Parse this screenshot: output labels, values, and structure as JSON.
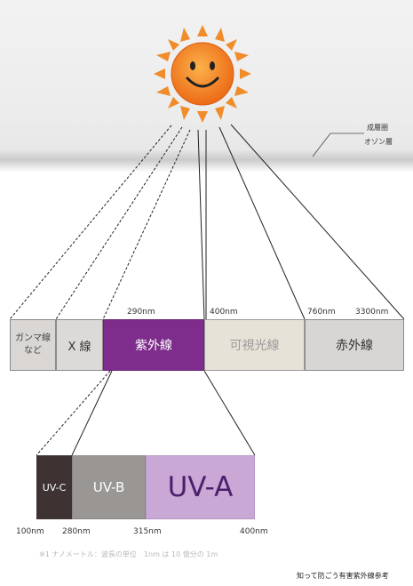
{
  "atmosphere": {
    "stratosphere_label": "成層圏",
    "ozone_label": "オゾン層"
  },
  "spectrum": {
    "bands": [
      {
        "label": "ガンマ線\nなど"
      },
      {
        "label": "X 線"
      },
      {
        "label": "紫外線"
      },
      {
        "label": "可視光線"
      },
      {
        "label": "赤外線"
      }
    ],
    "boundaries": [
      "290nm",
      "400nm",
      "760nm",
      "3300nm"
    ]
  },
  "uv_detail": {
    "bands": [
      {
        "label": "UV-C"
      },
      {
        "label": "UV-B"
      },
      {
        "label": "UV-A"
      }
    ],
    "boundaries": [
      "100nm",
      "280nm",
      "315nm",
      "400nm"
    ]
  },
  "footnote": "※1 ナノメートル：波長の単位　1nm は 10 億分の 1m",
  "source": "知って防ごう有害紫外線参考",
  "colors": {
    "uv_band": "#7e2d8c",
    "uv_a": "#c9a8d6",
    "uv_b": "#9a9694",
    "uv_c": "#3f3233",
    "sun": "#f07f1e"
  }
}
